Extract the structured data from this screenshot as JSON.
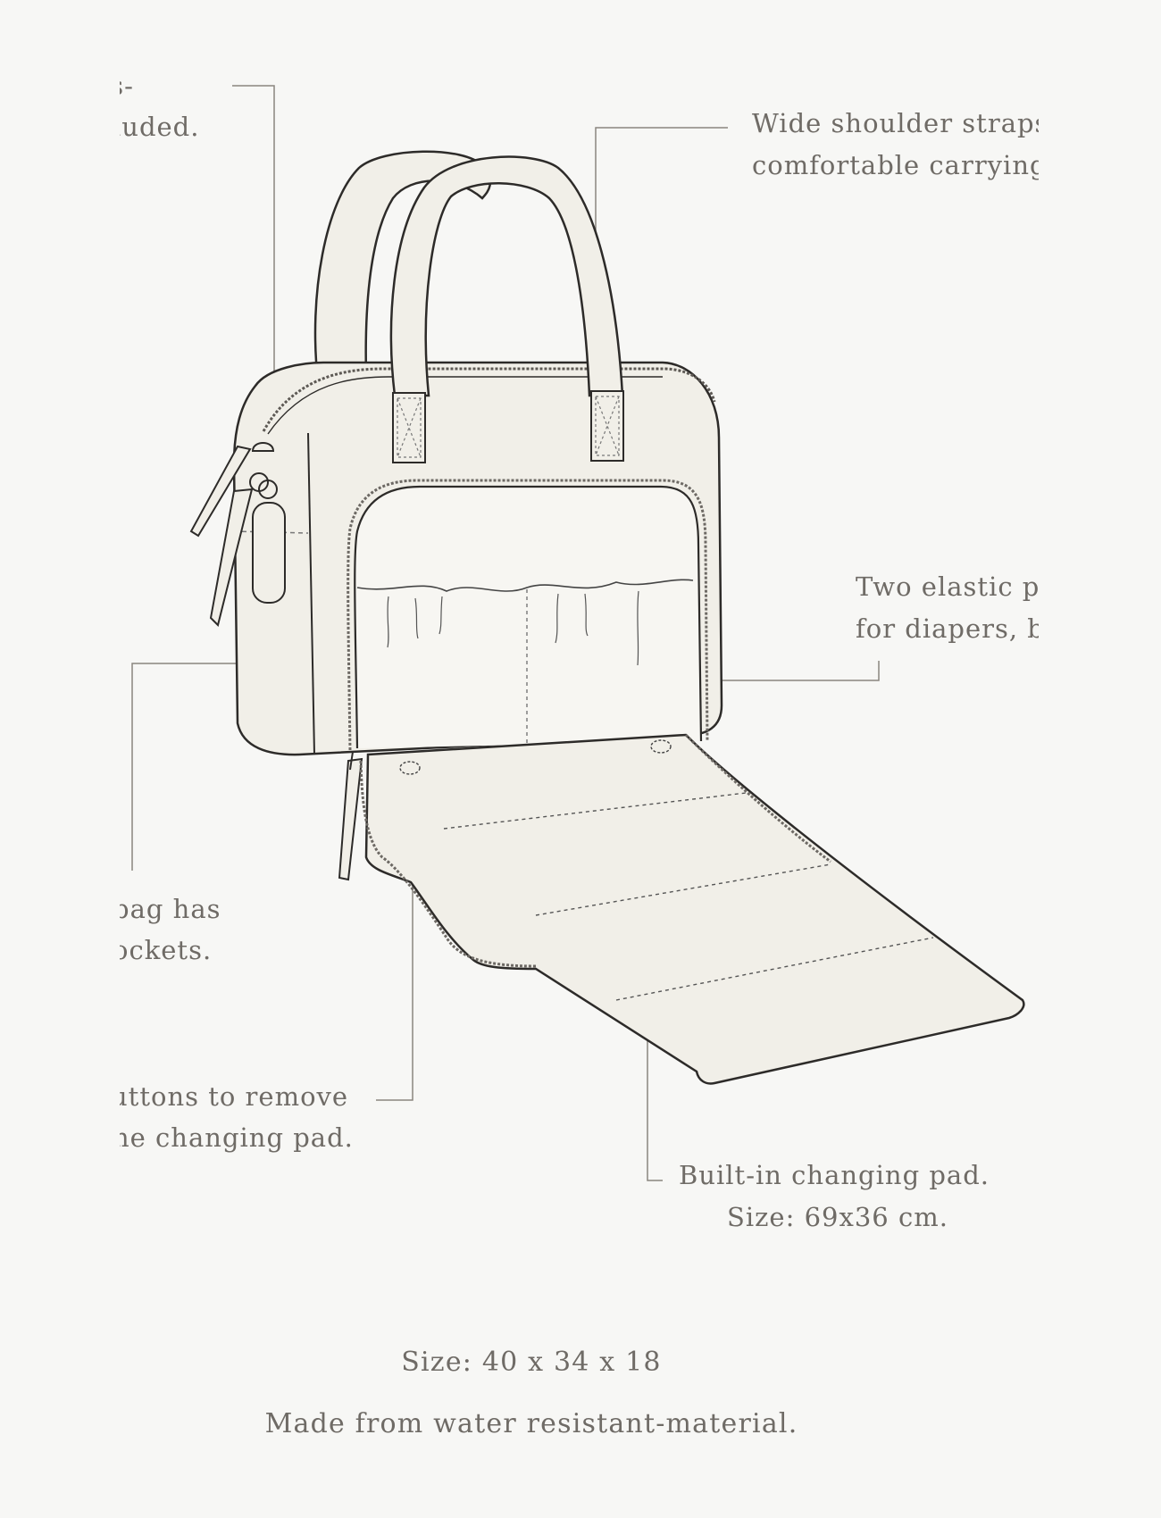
{
  "theme": {
    "background": "#f7f7f5",
    "text_color": "#6f6b66",
    "line_color": "#7a756f",
    "bag_outline": "#2d2b29",
    "bag_fill": "#f1efe8"
  },
  "annotations": {
    "strap_top_left": {
      "line1": "ross-",
      "line2": "luded."
    },
    "shoulder_straps": {
      "line1": "Wide shoulder straps",
      "line2": "comfortable carrying."
    },
    "elastic_pockets": {
      "line1": "Two elastic pc",
      "line2": "for diapers, ba"
    },
    "side_pockets": {
      "line1": "bag has",
      "line2": "ockets."
    },
    "snap_buttons": {
      "line1": "uttons to remove",
      "line2": "he changing pad."
    },
    "changing_pad": {
      "line1": "Built-in changing pad.",
      "line2": "Size: 69x36 cm."
    }
  },
  "footer": {
    "size": "Size: 40 x 34 x 18",
    "material": "Made from water resistant-material."
  },
  "icons": {
    "illustration": "diaper-bag-illustration"
  }
}
